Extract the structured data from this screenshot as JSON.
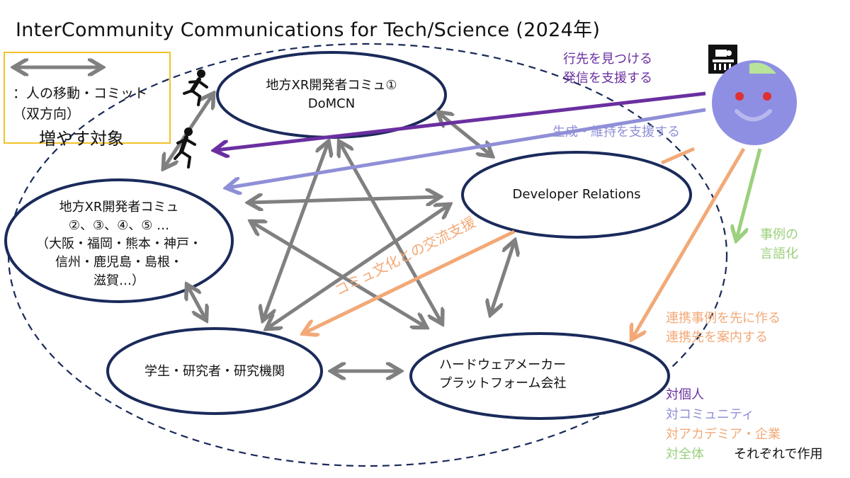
{
  "title": "InterCommunity Communications for Tech/Science (2024年)",
  "legend": {
    "line1": "：人の移動・コミット",
    "line2": "（双方向）",
    "line3": "増やす対象"
  },
  "nodes": {
    "domcn": {
      "line1": "地方XR開発者コミュ①",
      "line2": "DoMCN"
    },
    "devrel": {
      "line1": "Developer Relations"
    },
    "regional": {
      "line1": "地方XR開発者コミュ",
      "line2": "②、③、④、⑤ …",
      "line3": "（大阪・福岡・熊本・神戸・",
      "line4": "信州・鹿児島・島根・",
      "line5": "滋賀…）"
    },
    "students": {
      "line1": "学生・研究者・研究機関"
    },
    "hardware": {
      "line1": "ハードウェアメーカー",
      "line2": "プラットフォーム会社"
    }
  },
  "annotations": {
    "purple_1": "行先を見つける",
    "purple_2": "発信を支援する",
    "lavender": "生成・維持を支援する",
    "orange_diag": "コミュ文化との交流支援",
    "green_1": "事例の",
    "green_2": "言語化",
    "orange_1": "連携事例を先に作る",
    "orange_2": "連携先を案内する"
  },
  "key": {
    "individual": "対個人",
    "community": "対コミュニティ",
    "academia": "対アカデミア・企業",
    "whole": "対全体",
    "note": "それぞれで作用"
  },
  "colors": {
    "purple": "#6a2fa0",
    "lavender": "#8f8fd8",
    "orange": "#f2a977",
    "green": "#9bd07c",
    "gray_arrow": "#808080",
    "navy": "#1a2a5a",
    "legend_border": "#f3c22b",
    "face": "#8e8fe3"
  },
  "icons": [
    "running-person-icon",
    "robot-face-icon",
    "logo-icon"
  ]
}
